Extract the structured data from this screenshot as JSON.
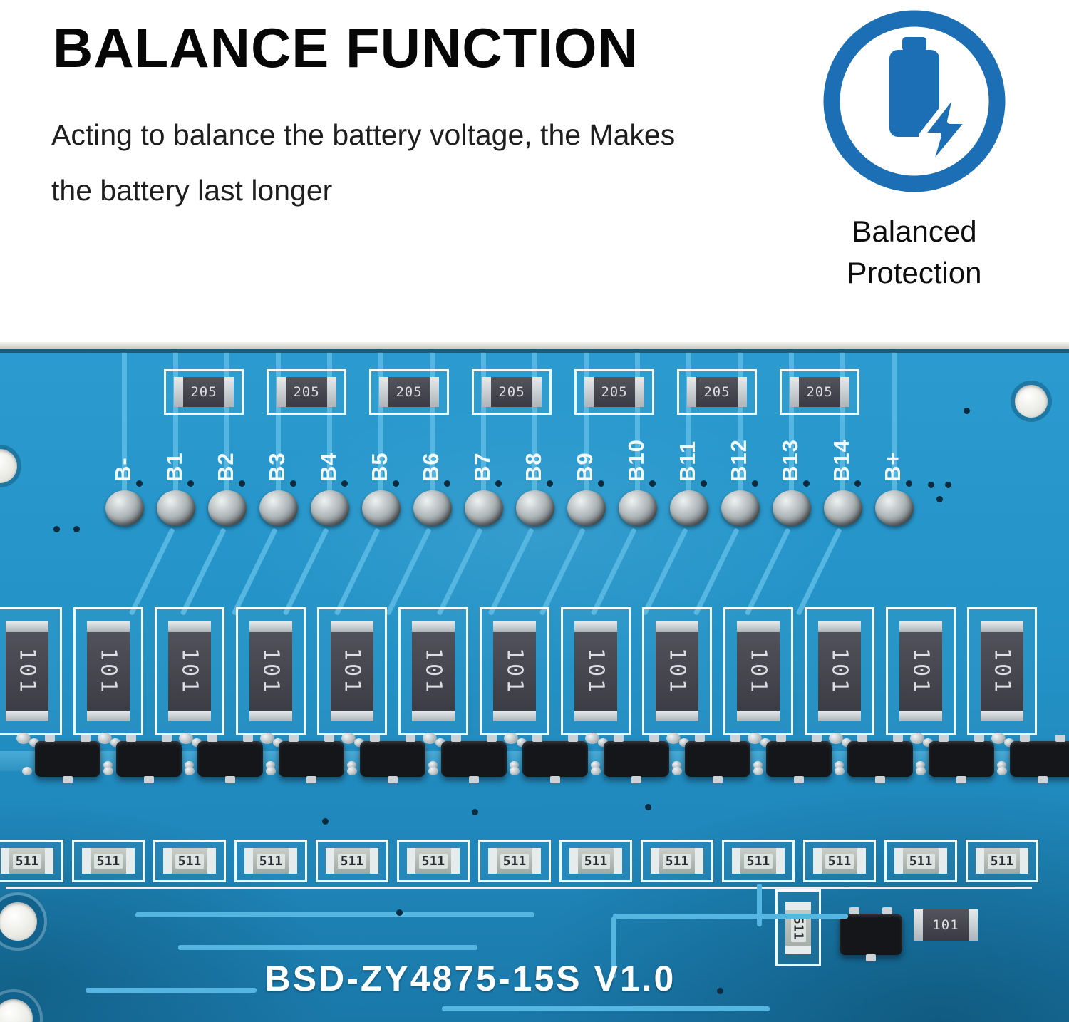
{
  "header": {
    "title": "BALANCE FUNCTION",
    "description_lines": [
      "Acting to balance the battery voltage, the Makes",
      "the battery last longer"
    ],
    "badge_lines": [
      "Balanced",
      "Protection"
    ]
  },
  "icon": {
    "name": "battery-bolt-icon",
    "color": "#1c6fb4"
  },
  "pcb": {
    "board_label": "BSD-ZY4875-15S V1.0",
    "terminals": [
      "B-",
      "B1",
      "B2",
      "B3",
      "B4",
      "B5",
      "B6",
      "B7",
      "B8",
      "B9",
      "B10",
      "B11",
      "B12",
      "B13",
      "B14",
      "B+"
    ],
    "components": {
      "balance_resistors": {
        "label": "205",
        "count": 7
      },
      "bleed_resistors": {
        "label": "101",
        "count": 13
      },
      "transistors": {
        "count": 13
      },
      "small_resistors": {
        "label": "511",
        "count": 13
      },
      "corner_small_resistor_label": "511",
      "corner_resistor_label": "101"
    },
    "colors": {
      "board_blue": "#2494c9",
      "board_blue_dark": "#14688f",
      "trace_blue": "#55b6e1",
      "silkscreen_white": "#f4fbff"
    }
  }
}
